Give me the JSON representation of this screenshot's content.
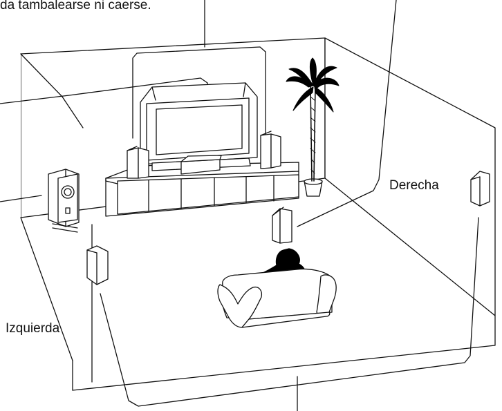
{
  "caption": {
    "top_text": "da tambalearse ni caerse."
  },
  "labels": {
    "left": "Izquierda",
    "right": "Derecha"
  },
  "colors": {
    "line": "#111111",
    "background": "#ffffff",
    "listener": "#000000"
  }
}
